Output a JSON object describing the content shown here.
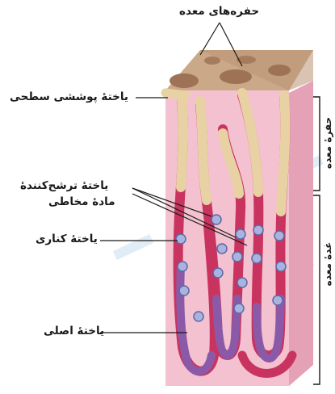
{
  "labels": {
    "gastric_pits": "حفره‌های معده",
    "surface_cell": "یاختهٔ پوششی سطحی",
    "mucous_cell_line1": "یاختهٔ ترشح‌کنندهٔ",
    "mucous_cell_line2": "مادهٔ مخاطی",
    "parietal_cell": "یاختهٔ کناری",
    "chief_cell": "یاختهٔ اصلی"
  },
  "side_labels": {
    "pit": "حفرهٔ معده",
    "gland": "غدهٔ معده"
  },
  "colors": {
    "tissue_pink": "#f3c1cf",
    "tissue_side": "#e8a2b8",
    "top_surface": "#cfae8f",
    "pit_lining": "#e8d2a4",
    "gland_wall": "#c8345f",
    "chief_zone": "#8a5aa8",
    "parietal_cell": "#a9b3dd"
  }
}
